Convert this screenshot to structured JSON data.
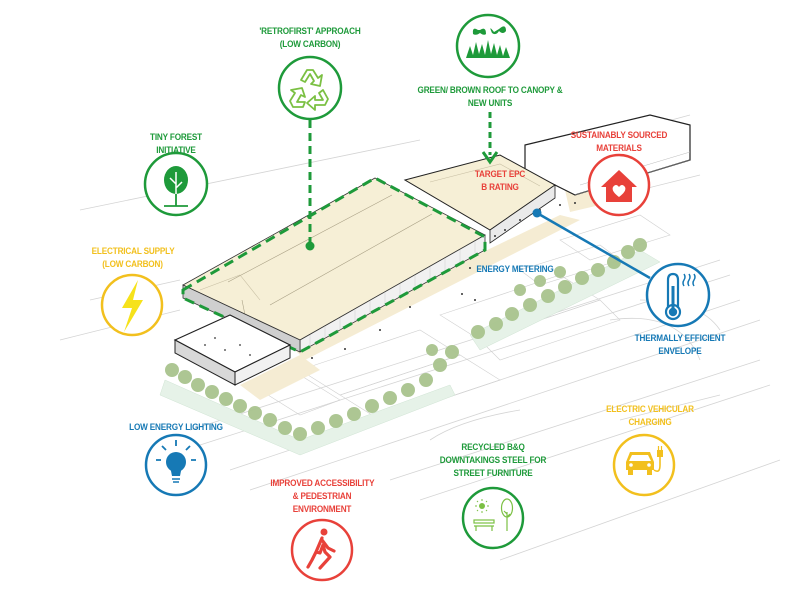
{
  "diagram": {
    "type": "annotated isometric site plan",
    "colors": {
      "green": "#1e9a3a",
      "red": "#e8413a",
      "blue": "#1679b5",
      "yellow": "#f2c01e",
      "roof": "#f6efd6",
      "tree": "#a9c48e"
    },
    "callouts": [
      {
        "id": "retrofirst",
        "lines": [
          "'RETROFIRST' APPROACH",
          "(LOW CARBON)"
        ],
        "icon": "recycle-icon",
        "color": "green"
      },
      {
        "id": "green-roof",
        "lines": [
          "GREEN/ BROWN ROOF TO CANOPY &",
          "NEW UNITS"
        ],
        "icon": "grass-butterflies-icon",
        "color": "green"
      },
      {
        "id": "tiny-forest",
        "lines": [
          "TINY FOREST",
          "INITIATIVE"
        ],
        "icon": "tree-icon",
        "color": "green"
      },
      {
        "id": "sustainable-materials",
        "lines": [
          "SUSTAINABLY SOURCED",
          "MATERIALS"
        ],
        "icon": "house-heart-icon",
        "color": "red"
      },
      {
        "id": "epc",
        "lines": [
          "TARGET EPC",
          "B RATING"
        ],
        "icon": null,
        "color": "red"
      },
      {
        "id": "electrical-supply",
        "lines": [
          "ELECTRICAL SUPPLY",
          "(LOW CARBON)"
        ],
        "icon": "lightning-icon",
        "color": "yellow"
      },
      {
        "id": "energy-metering",
        "lines": [
          "ENERGY METERING"
        ],
        "icon": null,
        "color": "blue"
      },
      {
        "id": "thermal-envelope",
        "lines": [
          "THERMALLY EFFICIENT",
          "ENVELOPE"
        ],
        "icon": "thermometer-icon",
        "color": "blue"
      },
      {
        "id": "low-energy-lighting",
        "lines": [
          "LOW ENERGY LIGHTING"
        ],
        "icon": "lightbulb-icon",
        "color": "blue"
      },
      {
        "id": "accessibility",
        "lines": [
          "IMPROVED ACCESSIBILITY",
          "& PEDESTRIAN",
          "ENVIRONMENT"
        ],
        "icon": "pedestrian-icon",
        "color": "red"
      },
      {
        "id": "recycled-steel",
        "lines": [
          "RECYCLED B&Q",
          "DOWNTAKINGS STEEL FOR",
          "STREET FURNITURE"
        ],
        "icon": "bench-tree-sun-icon",
        "color": "green"
      },
      {
        "id": "ev-charging",
        "lines": [
          "ELECTRIC VEHICULAR",
          "CHARGING"
        ],
        "icon": "ev-car-plug-icon",
        "color": "yellow"
      }
    ]
  }
}
